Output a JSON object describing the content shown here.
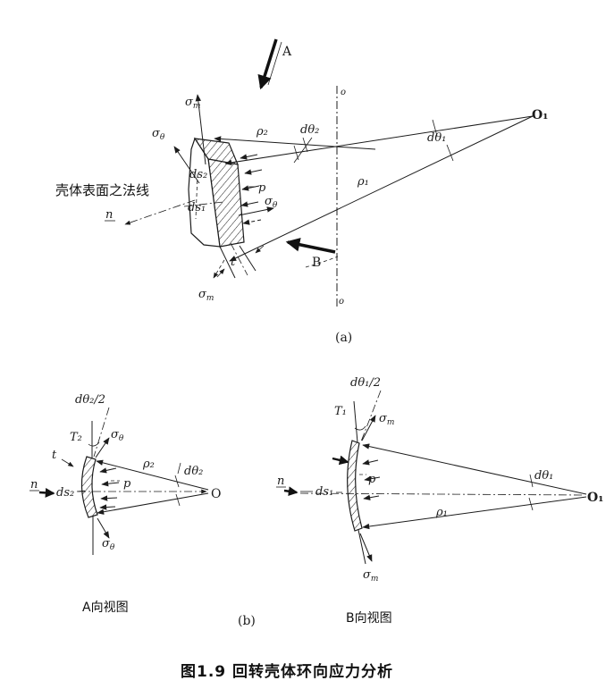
{
  "figure": {
    "caption": "图1.9  回转壳体环向应力分析",
    "panel_a": "(a)",
    "panel_b": "(b)",
    "view_a_caption": "A向视图",
    "view_b_caption": "B向视图"
  },
  "sym": {
    "sigma": "σ",
    "m": "m",
    "theta": "θ"
  },
  "a": {
    "view_arrow_a": "A",
    "view_arrow_b": "B",
    "axis_top": "o",
    "axis_bottom": "o",
    "normal_label": "壳体表面之法线",
    "n": "n",
    "ds1": "ds₁",
    "ds2": "ds₂",
    "p": "p",
    "t": "t",
    "rho1": "ρ₁",
    "rho2": "ρ₂",
    "dtheta1": "dθ₁",
    "dtheta2": "dθ₂",
    "O1": "O₁"
  },
  "view_a": {
    "half_angle": "dθ₂/2",
    "T2": "T₂",
    "t": "t",
    "n": "n",
    "ds2": "ds₂",
    "p": "p",
    "rho2": "ρ₂",
    "dtheta2": "dθ₂",
    "O": "O"
  },
  "view_b": {
    "half_angle": "dθ₁/2",
    "T1": "T₁",
    "n": "n",
    "ds1": "ds₁",
    "p": "p",
    "rho1": "ρ₁",
    "dtheta1": "dθ₁",
    "O1": "O₁"
  }
}
